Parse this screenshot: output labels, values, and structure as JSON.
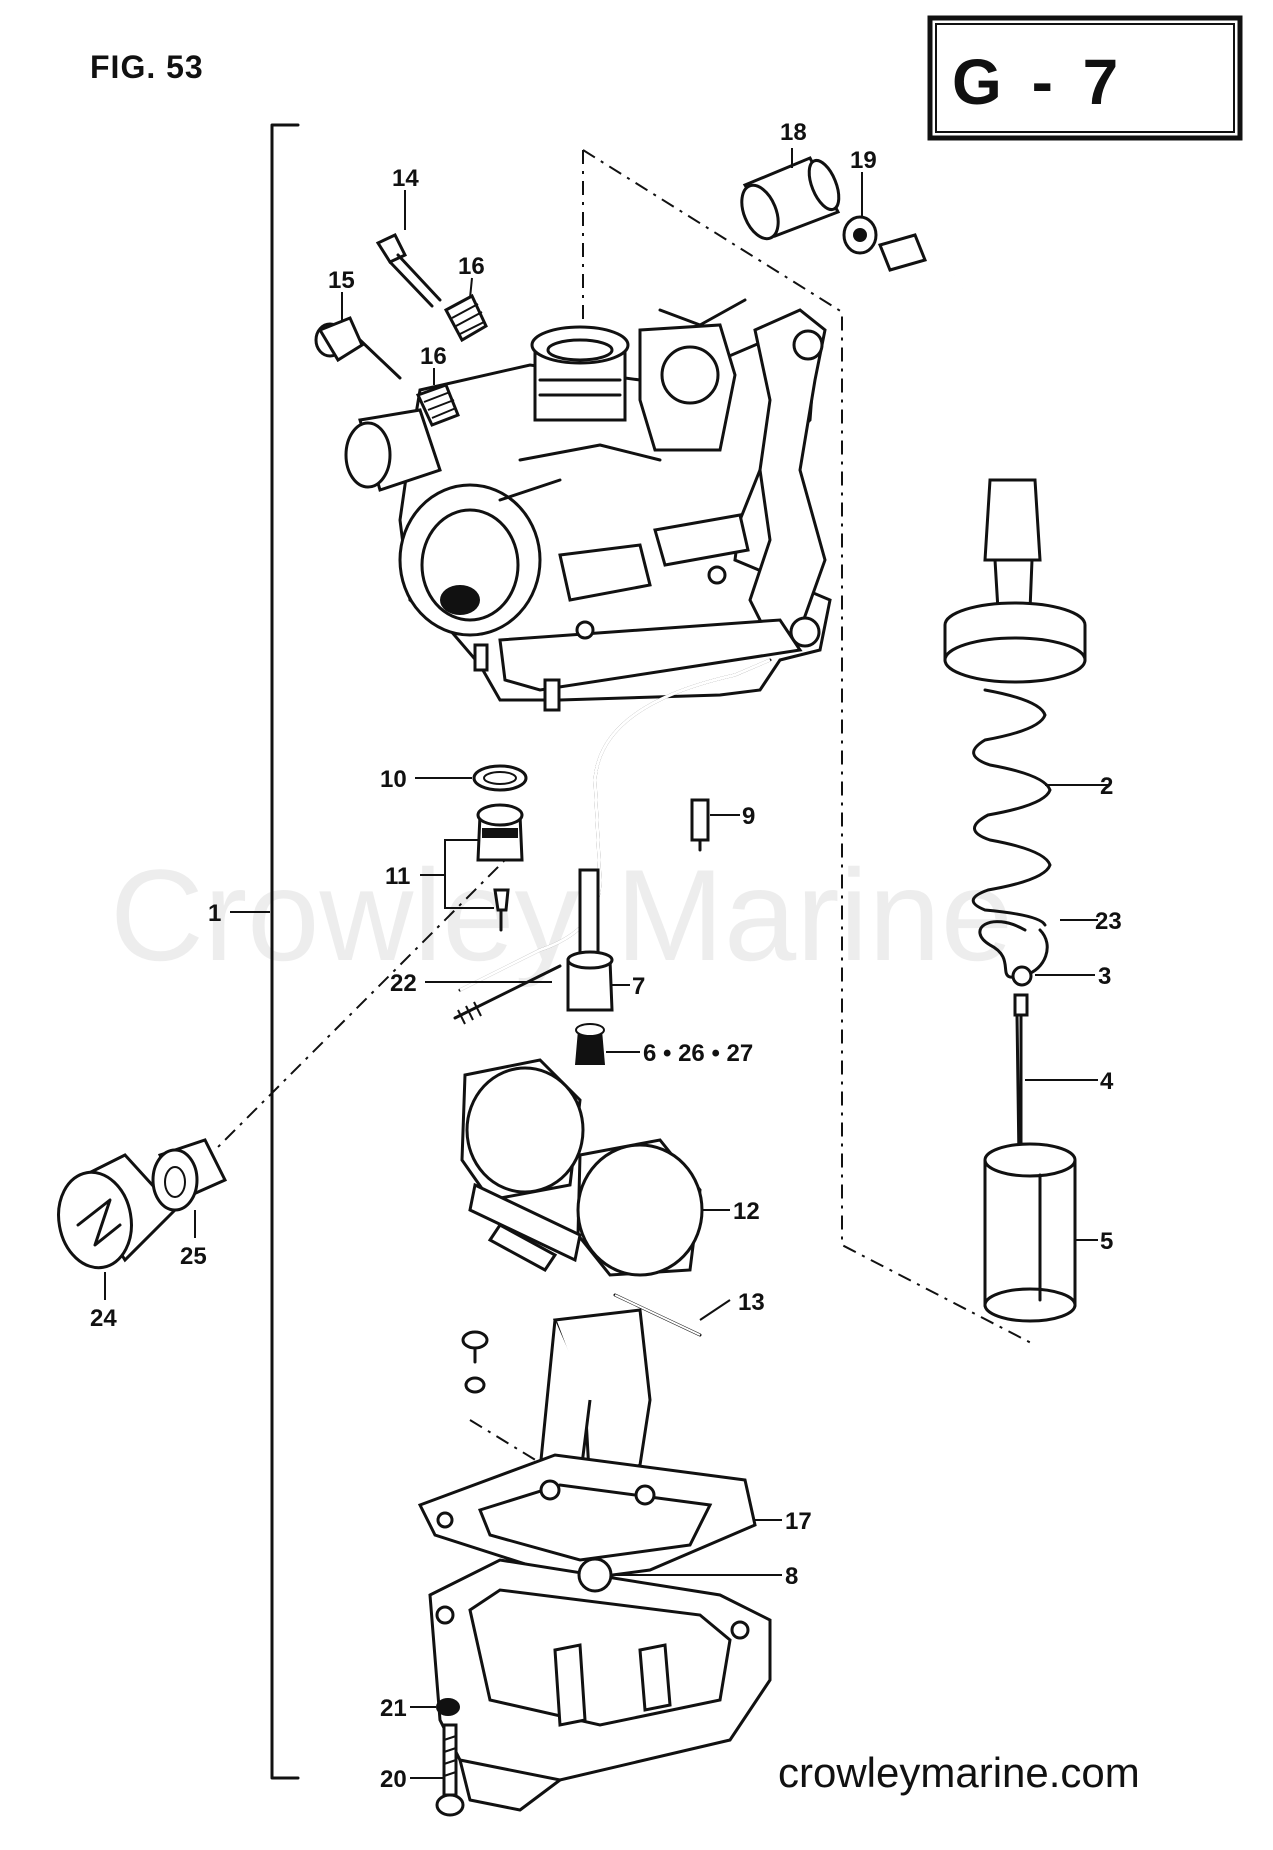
{
  "figure": {
    "fig_label": "FIG. 53",
    "section_label": "G - 7",
    "watermark": "Crowley Marine",
    "website": "crowleymarine.com"
  },
  "callouts": [
    {
      "id": "c1",
      "text": "1"
    },
    {
      "id": "c2",
      "text": "2"
    },
    {
      "id": "c3",
      "text": "3"
    },
    {
      "id": "c4",
      "text": "4"
    },
    {
      "id": "c5",
      "text": "5"
    },
    {
      "id": "c6",
      "text": "6 • 26 • 27"
    },
    {
      "id": "c7",
      "text": "7"
    },
    {
      "id": "c8",
      "text": "8"
    },
    {
      "id": "c9",
      "text": "9"
    },
    {
      "id": "c10",
      "text": "10"
    },
    {
      "id": "c11",
      "text": "11"
    },
    {
      "id": "c12",
      "text": "12"
    },
    {
      "id": "c13",
      "text": "13"
    },
    {
      "id": "c14",
      "text": "14"
    },
    {
      "id": "c15",
      "text": "15"
    },
    {
      "id": "c16a",
      "text": "16"
    },
    {
      "id": "c16b",
      "text": "16"
    },
    {
      "id": "c17",
      "text": "17"
    },
    {
      "id": "c18",
      "text": "18"
    },
    {
      "id": "c19",
      "text": "19"
    },
    {
      "id": "c20",
      "text": "20"
    },
    {
      "id": "c21",
      "text": "21"
    },
    {
      "id": "c22",
      "text": "22"
    },
    {
      "id": "c23",
      "text": "23"
    },
    {
      "id": "c24",
      "text": "24"
    },
    {
      "id": "c25",
      "text": "25"
    }
  ]
}
